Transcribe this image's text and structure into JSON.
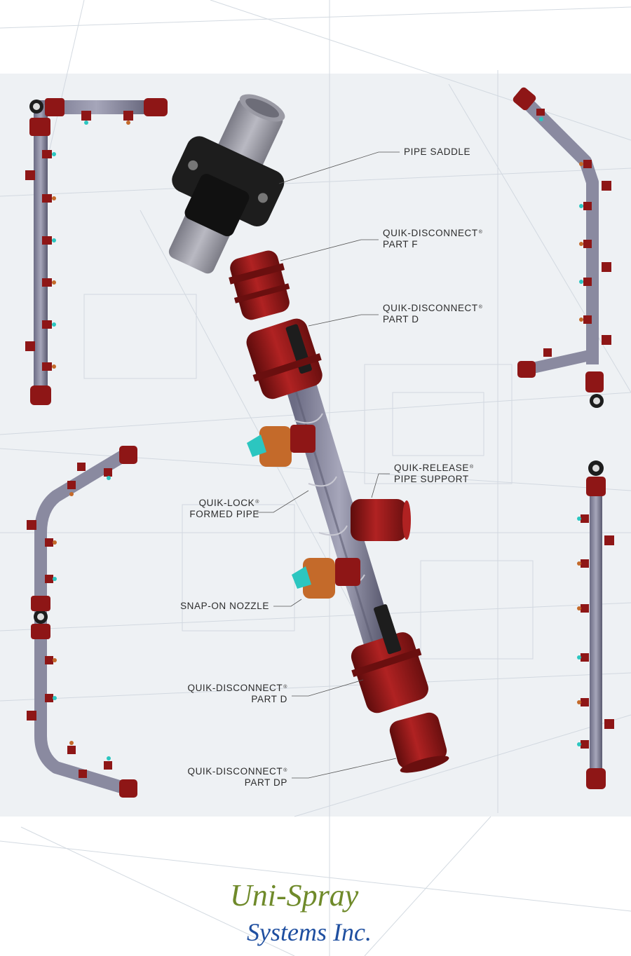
{
  "labels": {
    "pipe_saddle": "PIPE SADDLE",
    "qd_part_f": {
      "line1": "QUIK-DISCONNECT",
      "line2": "PART F"
    },
    "qd_part_d_top": {
      "line1": "QUIK-DISCONNECT",
      "line2": "PART D"
    },
    "quik_release": {
      "line1": "QUIK-RELEASE",
      "line2": "PIPE SUPPORT"
    },
    "quik_lock": {
      "line1": "QUIK-LOCK",
      "line2": "FORMED PIPE"
    },
    "snap_on_nozzle": "SNAP-ON NOZZLE",
    "qd_part_d_bottom": {
      "line1": "QUIK-DISCONNECT",
      "line2": "PART D"
    },
    "qd_part_dp": {
      "line1": "QUIK-DISCONNECT",
      "line2": "PART DP"
    },
    "registered_mark": "®"
  },
  "logo": {
    "line1": "Uni-Spray",
    "line2": "Systems Inc.",
    "green": "#6f8a2a",
    "blue": "#1f4fa0"
  },
  "colors": {
    "red_part": "#8e1616",
    "red_dark": "#5e0c0c",
    "pipe_gray": "#8a8aa0",
    "pipe_dark": "#5e5e74",
    "nozzle_teal": "#2cc6c0",
    "nozzle_orange": "#c46a2a",
    "saddle_black": "#1d1d1d",
    "blueprint_line": "#c9d0d8",
    "panel_bg": "#eef1f4",
    "leader_line": "#555555"
  }
}
